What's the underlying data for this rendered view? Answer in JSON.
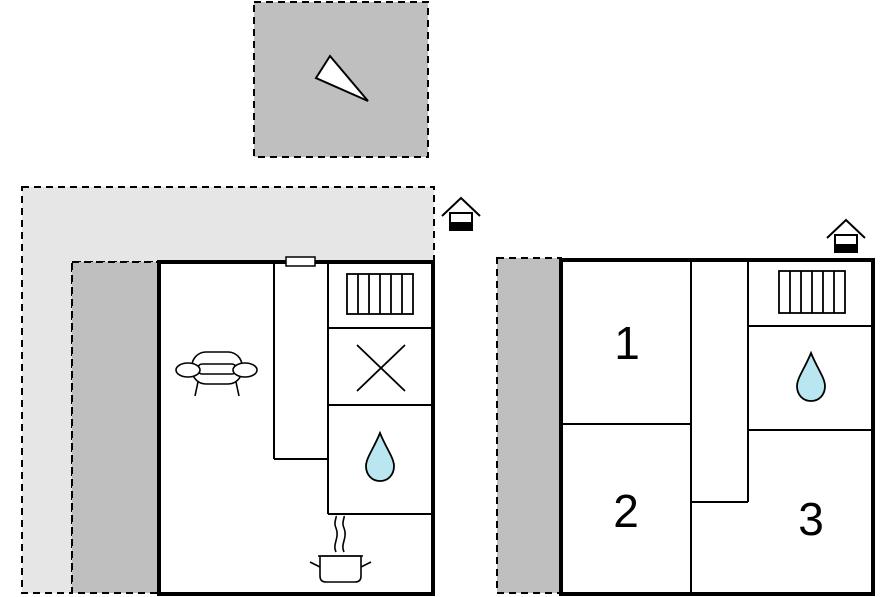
{
  "floor_plan": {
    "colors": {
      "wall": "#000000",
      "terrace": "#bfbfbf",
      "veranda": "#e6e6e6",
      "water": "#b9e6f0",
      "background": "#ffffff"
    },
    "icons": {
      "compass": "compass-pointer-icon",
      "entrance": "house-entrance-icon",
      "sofa": "sofa-icon",
      "radiator": "radiator-icon",
      "cross": "cross-icon",
      "water": "water-drop-icon",
      "kitchen": "cooking-pot-icon"
    },
    "upper_floor": {
      "rooms": [
        {
          "label": "1"
        },
        {
          "label": "2"
        },
        {
          "label": "3"
        }
      ]
    }
  }
}
